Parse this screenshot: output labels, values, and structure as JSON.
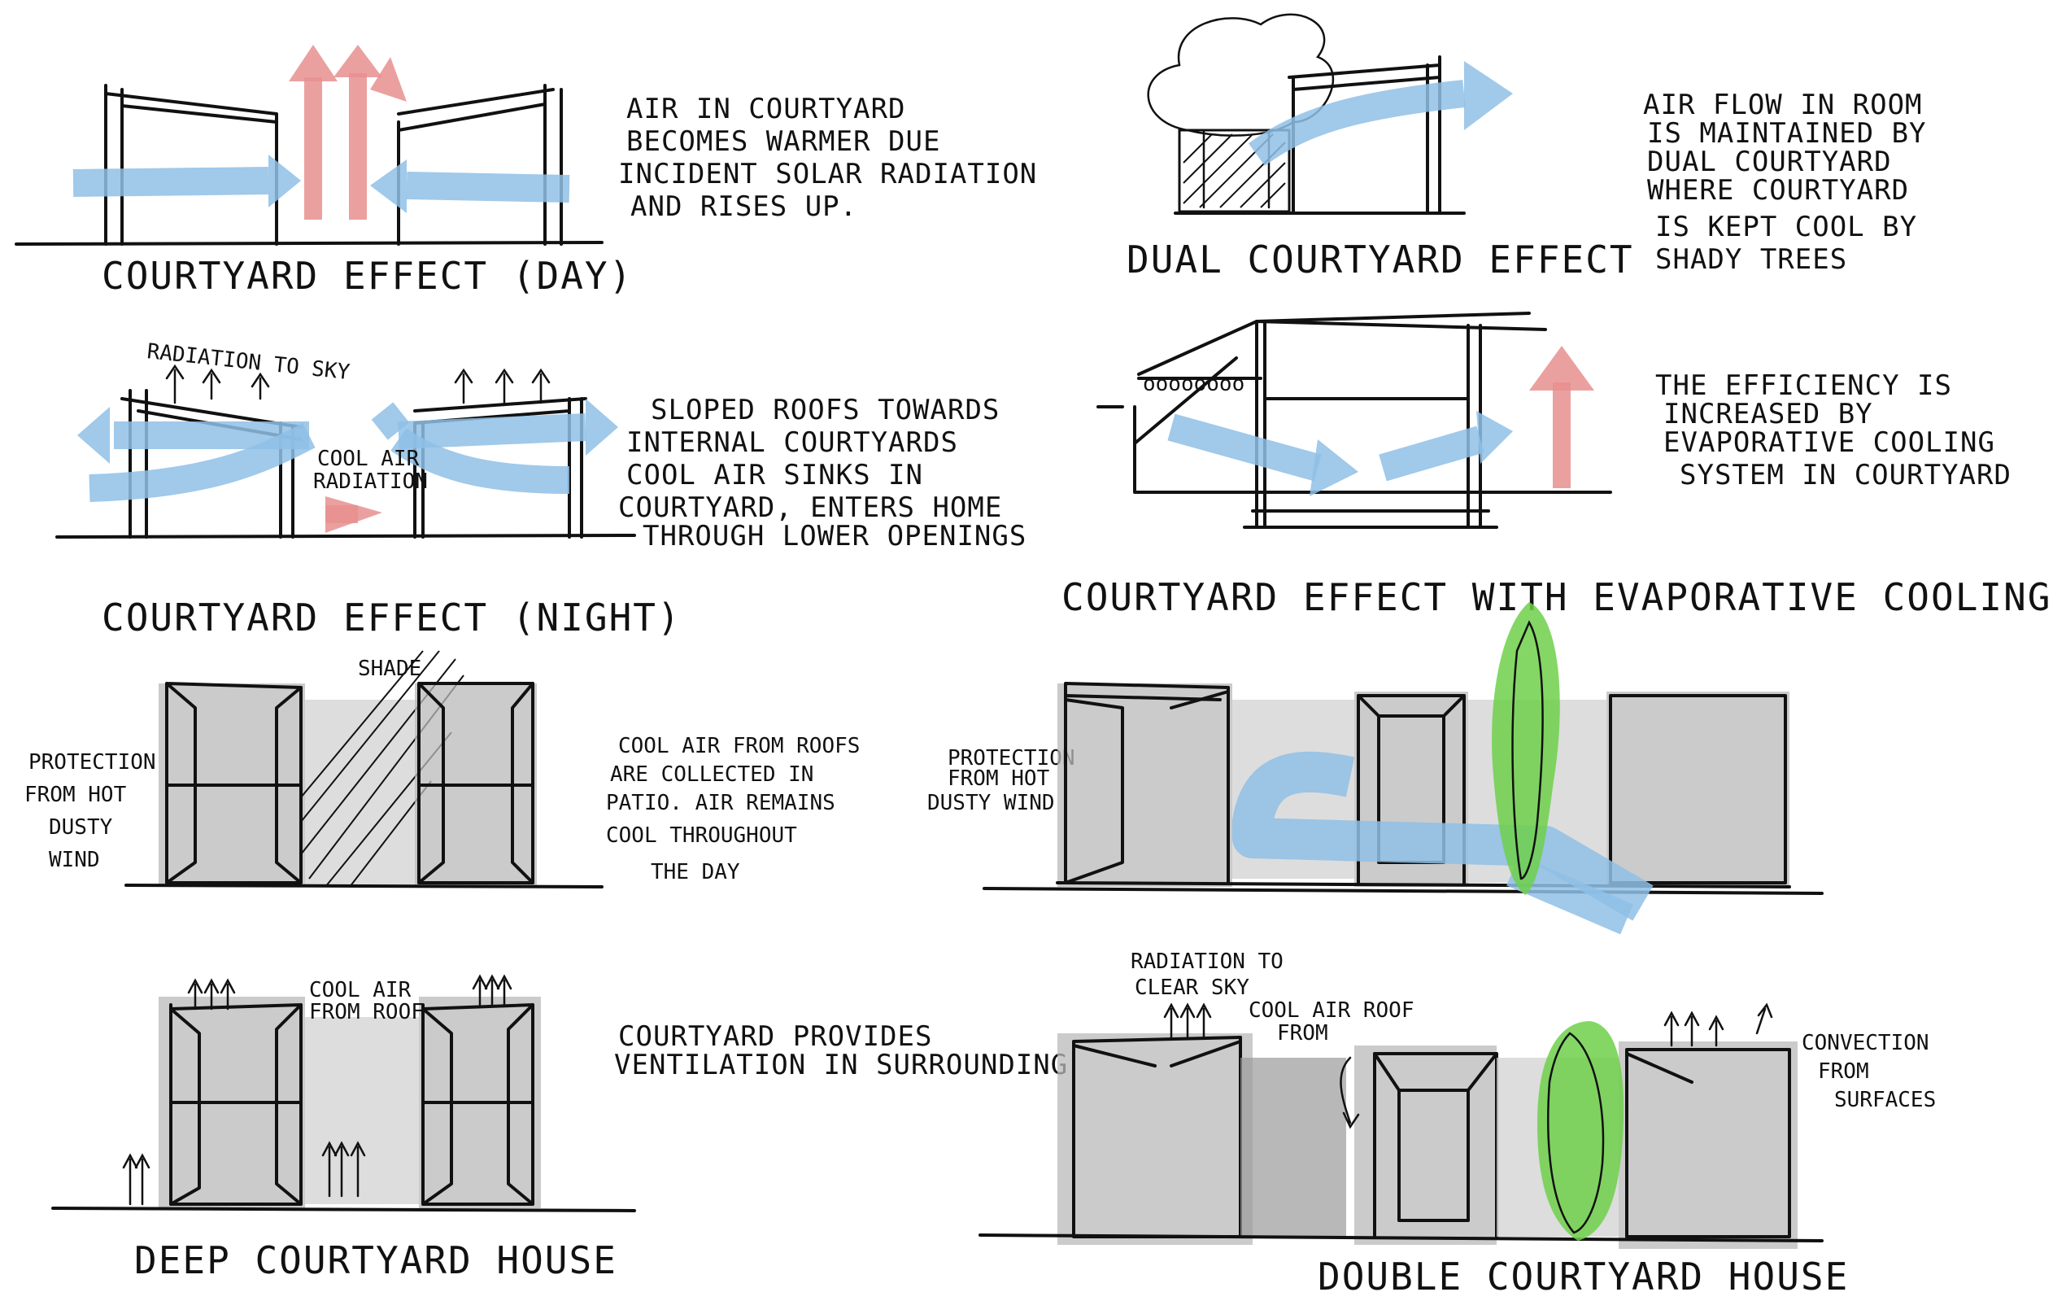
{
  "panels": {
    "day": {
      "caption": "COURTYARD EFFECT (DAY)",
      "note": [
        "AIR IN COURTYARD",
        "BECOMES WARMER DUE",
        "INCIDENT SOLAR RADIATION",
        "AND RISES UP."
      ]
    },
    "dual": {
      "caption": "DUAL COURTYARD EFFECT",
      "note": [
        "AIR FLOW IN ROOM",
        "IS MAINTAINED BY",
        "DUAL COURTYARD",
        "WHERE COURTYARD",
        "IS KEPT COOL BY",
        "SHADY TREES"
      ]
    },
    "night": {
      "caption": "COURTYARD EFFECT (NIGHT)",
      "label_sky": "RADIATION TO SKY",
      "label_cool": [
        "COOL AIR",
        "RADIATION"
      ],
      "note": [
        "SLOPED ROOFS TOWARDS",
        "INTERNAL COURTYARDS",
        "COOL AIR SINKS IN",
        "COURTYARD, ENTERS HOME",
        "THROUGH LOWER OPENINGS"
      ]
    },
    "evap": {
      "caption": "COURTYARD EFFECT WITH EVAPORATIVE COOLING",
      "note": [
        "THE EFFICIENCY IS",
        "INCREASED BY",
        "EVAPORATIVE COOLING",
        "SYSTEM IN COURTYARD"
      ]
    },
    "shade": {
      "label_shade": "SHADE",
      "label_left": [
        "PROTECTION",
        "FROM HOT",
        "DUSTY",
        "WIND"
      ],
      "note": [
        "COOL AIR FROM ROOFS",
        "ARE COLLECTED IN",
        "PATIO. AIR REMAINS",
        "COOL THROUGHOUT",
        "THE DAY"
      ],
      "label_right": [
        "PROTECTION",
        "FROM HOT",
        "DUSTY WIND"
      ]
    },
    "deep": {
      "caption": "DEEP COURTYARD HOUSE",
      "label_cool": [
        "COOL AIR",
        "FROM ROOF"
      ],
      "note": [
        "COURTYARD PROVIDES",
        "VENTILATION IN SURROUNDING"
      ]
    },
    "double": {
      "caption": "DOUBLE COURTYARD HOUSE",
      "label_sky": [
        "RADIATION TO",
        "CLEAR SKY"
      ],
      "label_cool": [
        "COOL AIR ROOF",
        "FROM"
      ],
      "label_conv": [
        "CONVECTION",
        "FROM",
        "SURFACES"
      ]
    }
  },
  "colors": {
    "cool_air": "#8fbfe6",
    "warm_air": "#e88f8f",
    "tree": "#6fd04a",
    "shade": "#b9b9b9",
    "ink": "#111111"
  }
}
